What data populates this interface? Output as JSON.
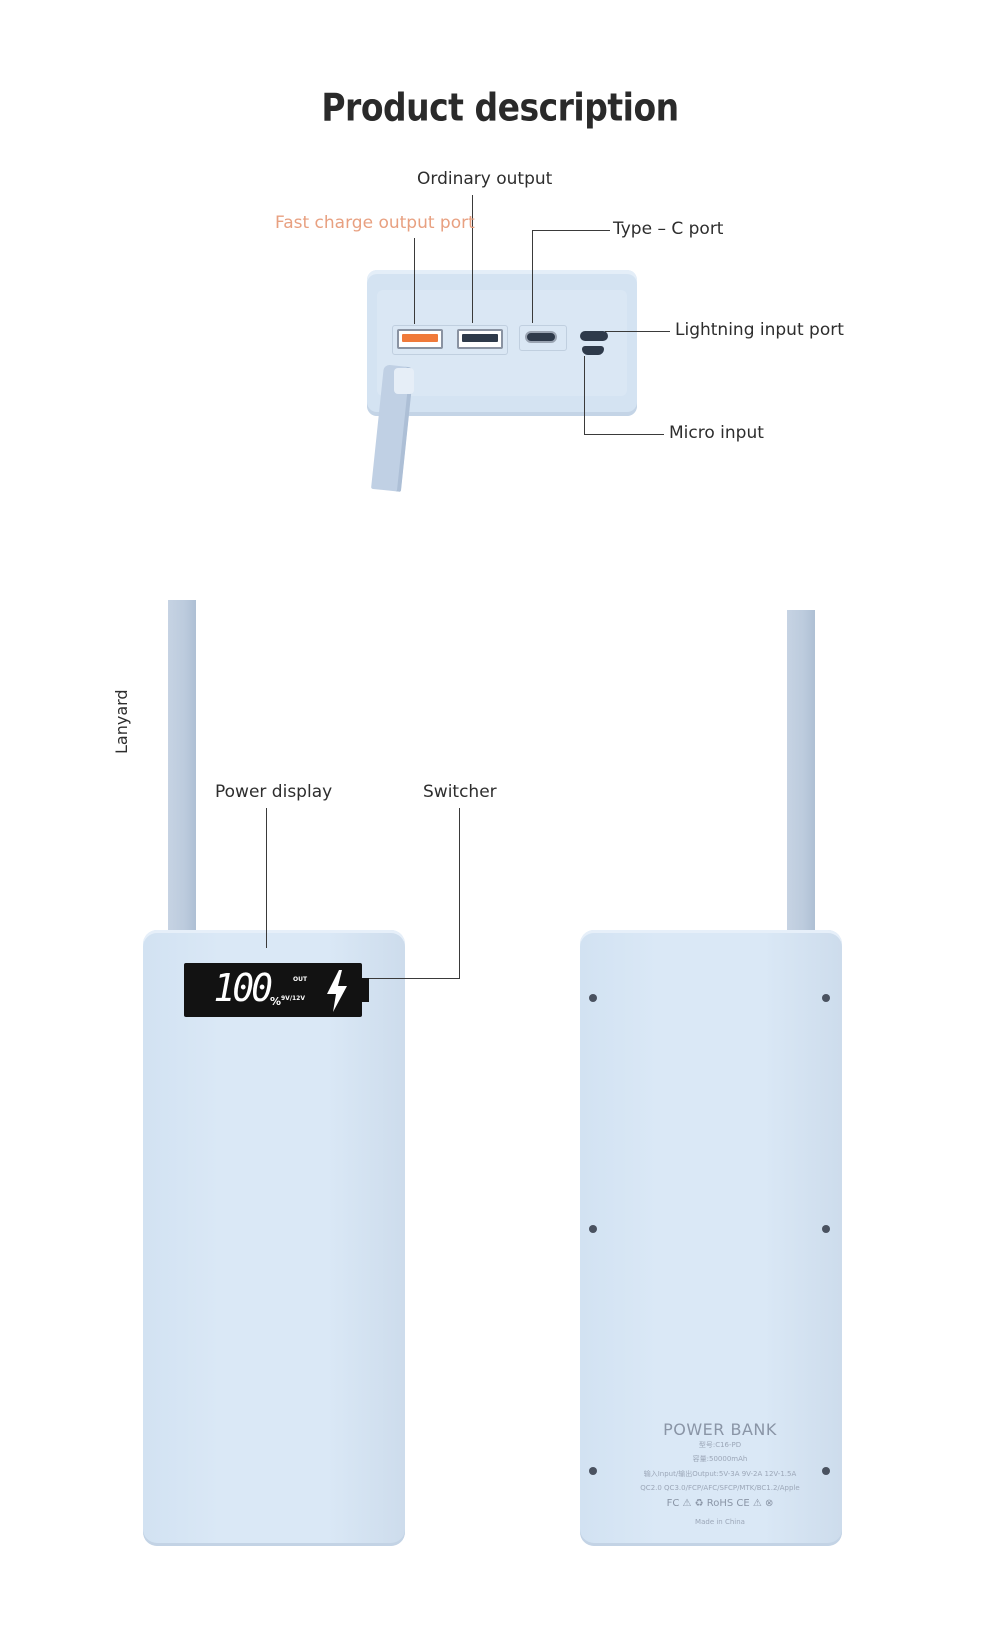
{
  "heading": "Product description",
  "top_labels": {
    "ordinary_output": "Ordinary output",
    "fast_charge": "Fast charge output port",
    "type_c": "Type – C port",
    "lightning": "Lightning input port",
    "micro": "Micro input"
  },
  "bottom_labels": {
    "lanyard": "Lanyard",
    "power_display": "Power display",
    "switcher": "Switcher"
  },
  "display": {
    "percent_value": "100",
    "percent_sign": "%",
    "out": "OUT",
    "voltage": "9V/12V"
  },
  "back_print": {
    "brand": "POWER BANK",
    "model": "型号:C16-PD",
    "capacity": "容量:50000mAh",
    "io": "输入Input/输出Output:5V-3A 9V-2A 12V-1.5A",
    "protocols": "QC2.0 QC3.0/FCP/AFC/SFCP/MTK/BC1.2/Apple",
    "certs": "FC ⚠ ♻ RoHS CE ⚠ ⊗",
    "origin": "Made in China"
  },
  "colors": {
    "accent_label": "#e8a080",
    "fast_port": "#f07a3a",
    "device_body": "#dae8f6",
    "strap": "#c0d0e4"
  }
}
